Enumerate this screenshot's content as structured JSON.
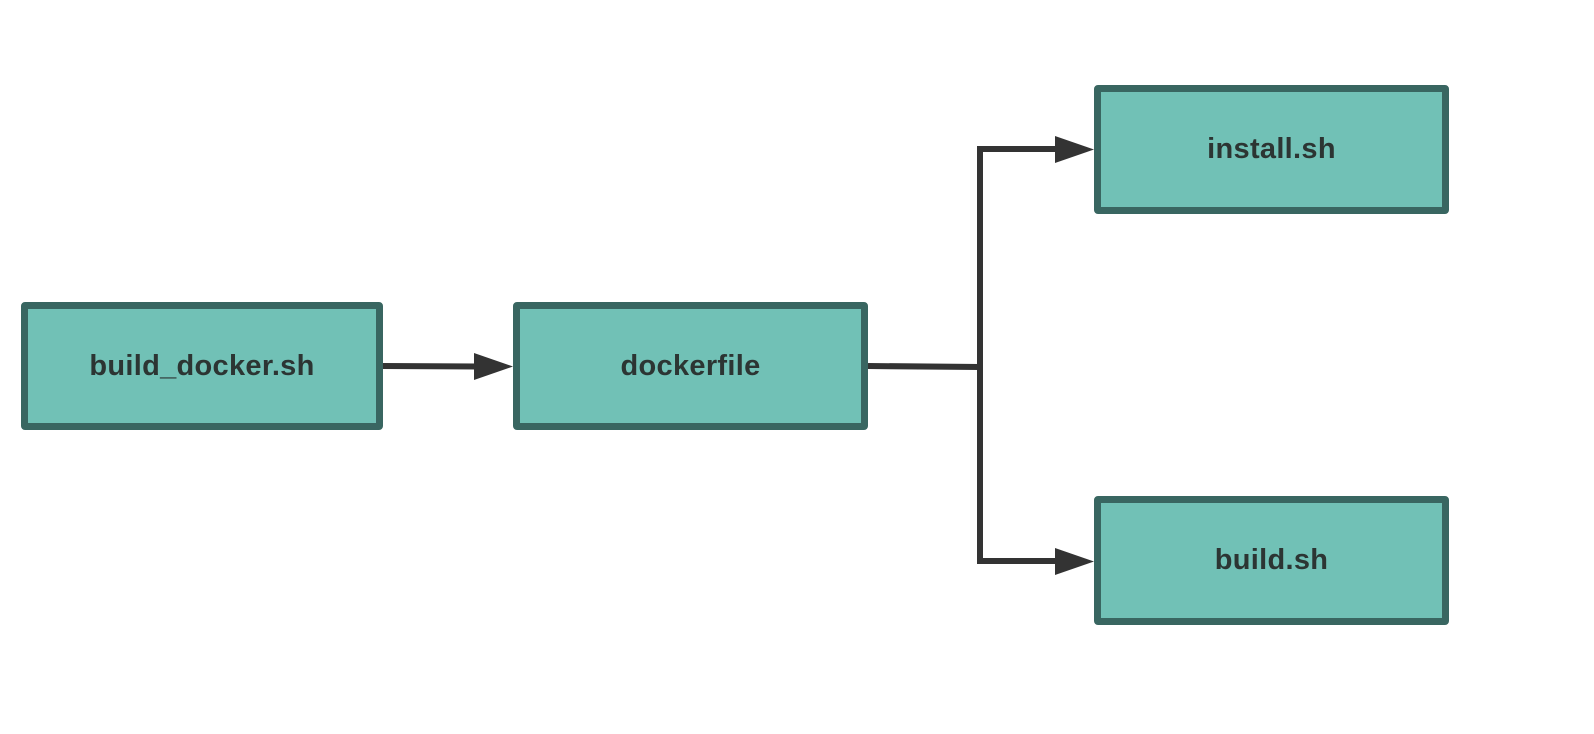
{
  "diagram": {
    "type": "flowchart",
    "colors": {
      "node_fill": "#71c1b6",
      "node_border": "#396661",
      "text": "#2c3533",
      "connector": "#333333"
    },
    "nodes": [
      {
        "id": "build_docker",
        "label": "build_docker.sh"
      },
      {
        "id": "dockerfile",
        "label": "dockerfile"
      },
      {
        "id": "install",
        "label": "install.sh"
      },
      {
        "id": "build",
        "label": "build.sh"
      }
    ],
    "edges": [
      {
        "from": "build_docker",
        "to": "dockerfile"
      },
      {
        "from": "dockerfile",
        "to": "install"
      },
      {
        "from": "dockerfile",
        "to": "build"
      }
    ]
  }
}
